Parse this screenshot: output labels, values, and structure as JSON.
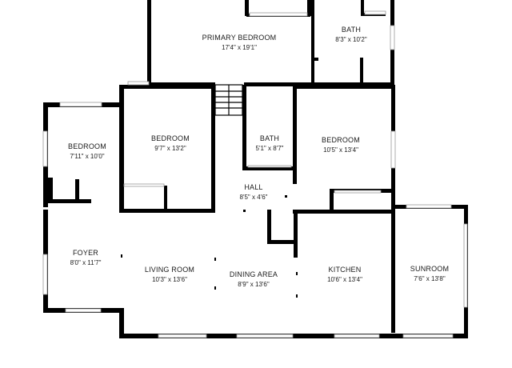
{
  "plan": {
    "rooms": [
      {
        "id": "primary-bedroom",
        "name": "PRIMARY BEDROOM",
        "dims": "17'4\" x 19'1\""
      },
      {
        "id": "bath-upper",
        "name": "BATH",
        "dims": "8'3\" x 10'2\""
      },
      {
        "id": "bedroom-left",
        "name": "BEDROOM",
        "dims": "7'11\" x 10'0\""
      },
      {
        "id": "bedroom-center",
        "name": "BEDROOM",
        "dims": "9'7\" x 13'2\""
      },
      {
        "id": "bath-mid",
        "name": "BATH",
        "dims": "5'1\" x 8'7\""
      },
      {
        "id": "bedroom-right",
        "name": "BEDROOM",
        "dims": "10'5\" x 13'4\""
      },
      {
        "id": "hall",
        "name": "HALL",
        "dims": "8'5\" x 4'6\""
      },
      {
        "id": "foyer",
        "name": "FOYER",
        "dims": "8'0\" x 11'7\""
      },
      {
        "id": "living-room",
        "name": "LIVING ROOM",
        "dims": "10'3\" x 13'6\""
      },
      {
        "id": "dining-area",
        "name": "DINING AREA",
        "dims": "8'9\" x 13'6\""
      },
      {
        "id": "kitchen",
        "name": "KITCHEN",
        "dims": "10'6\" x 13'4\""
      },
      {
        "id": "sunroom",
        "name": "SUNROOM",
        "dims": "7'6\" x 13'8\""
      }
    ]
  }
}
